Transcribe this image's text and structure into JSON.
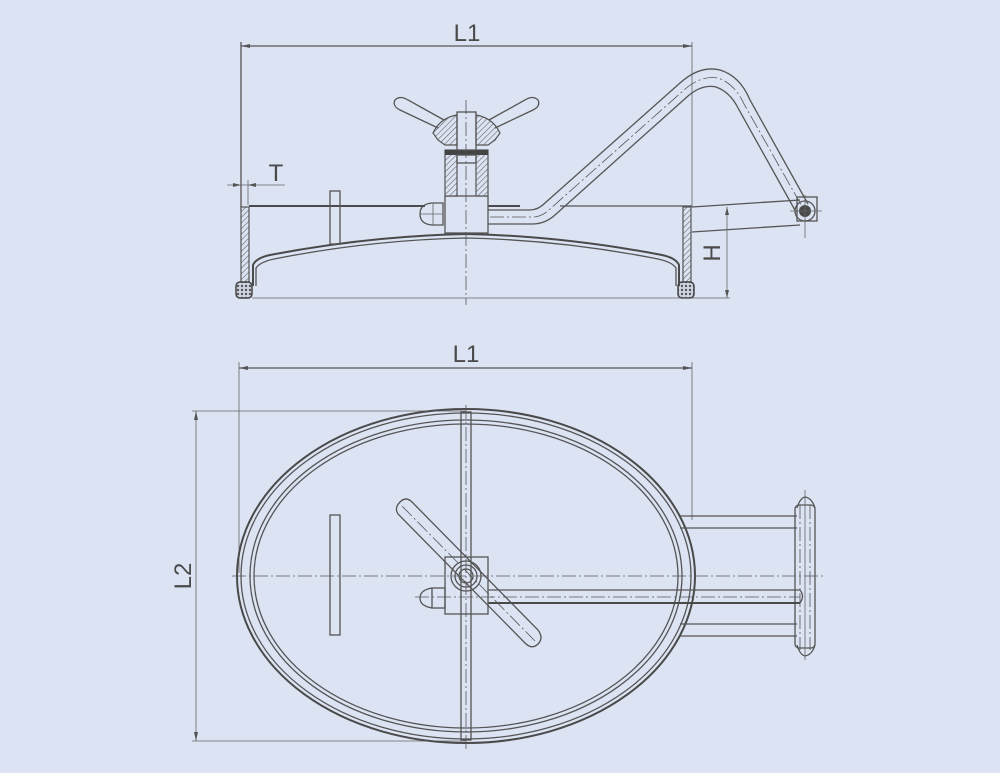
{
  "drawing": {
    "title": "Oval manway cover with swing arm – technical drawing",
    "background_color": "#dce3f3",
    "line_color": "#555555",
    "side_view": {
      "labels": {
        "length": "L1",
        "thickness": "T",
        "height": "H"
      }
    },
    "top_view": {
      "labels": {
        "length": "L1",
        "width": "L2"
      }
    },
    "components": [
      "oval-cover",
      "cover-gasket",
      "wing-nut-handle",
      "swing-arm",
      "hinge-pivot",
      "cover-rib",
      "acorn-nut",
      "hinge-bracket"
    ]
  }
}
